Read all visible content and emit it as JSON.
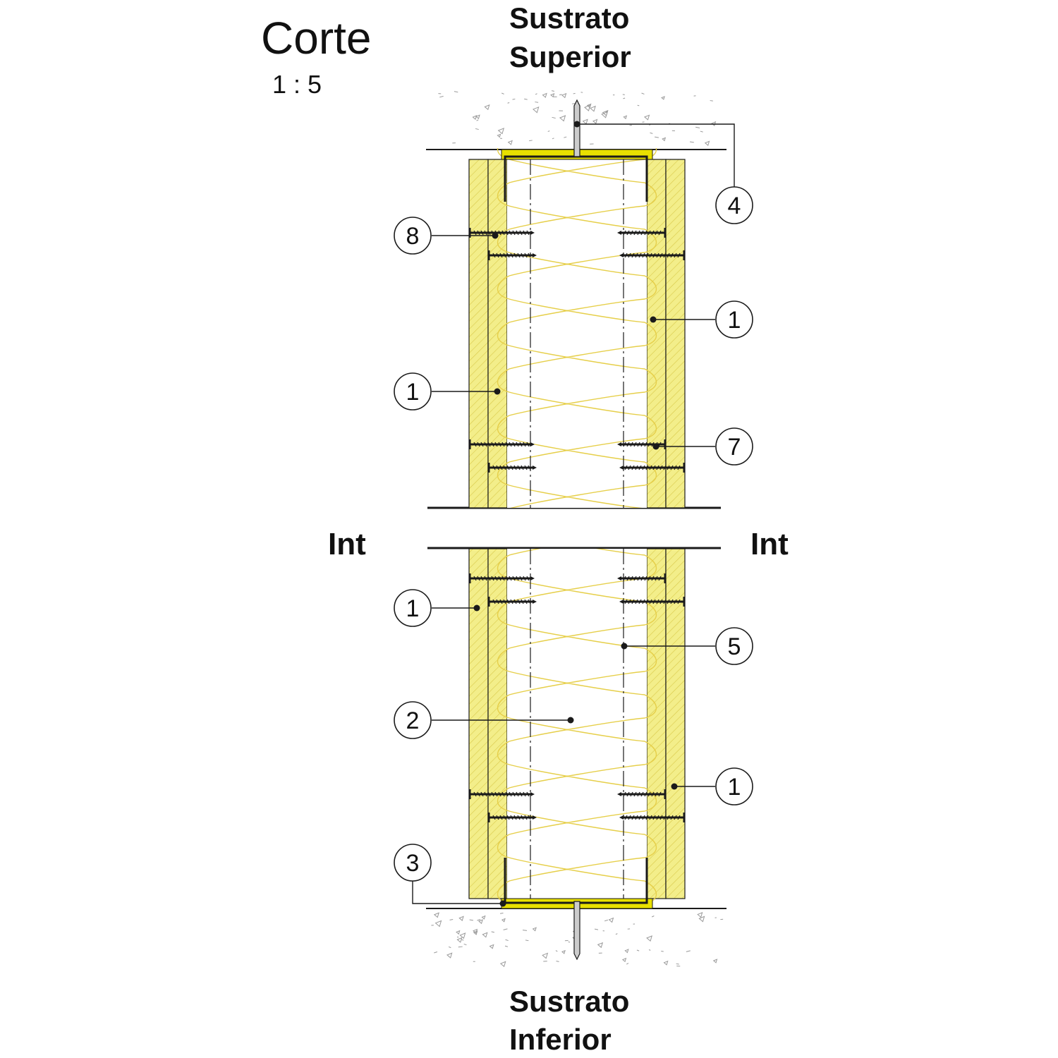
{
  "title": "Corte",
  "scale": "1 : 5",
  "top_label": [
    "Sustrato",
    "Superior"
  ],
  "bottom_label": [
    "Sustrato",
    "Inferior"
  ],
  "left_side": "Int",
  "right_side": "Int",
  "colors": {
    "board": "#f3ee8a",
    "board_hatch": "#d9c94a",
    "insulation_line": "#e6cf4a",
    "track": "#e8e000",
    "line": "#1a1a1a",
    "concrete_speck": "#9a9a9a"
  },
  "callouts": [
    {
      "num": "4"
    },
    {
      "num": "8"
    },
    {
      "num": "1"
    },
    {
      "num": "1"
    },
    {
      "num": "7"
    },
    {
      "num": "1"
    },
    {
      "num": "5"
    },
    {
      "num": "2"
    },
    {
      "num": "1"
    },
    {
      "num": "3"
    }
  ]
}
